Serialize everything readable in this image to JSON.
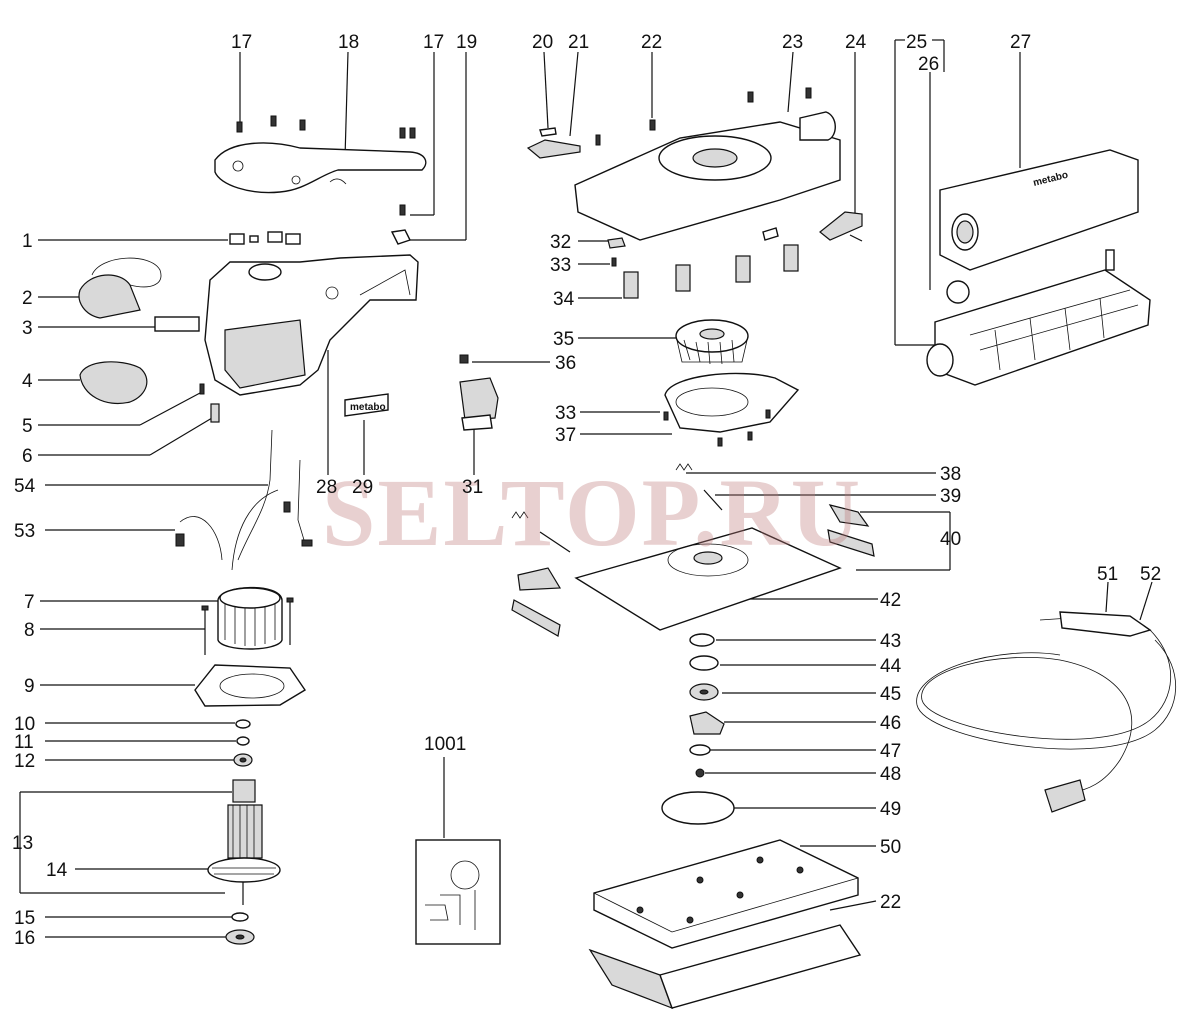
{
  "diagram": {
    "watermark": "SELTOP.RU",
    "brand_label_bag": "metabo",
    "brand_label_plate": "metabo",
    "callouts": [
      {
        "id": "c17a",
        "text": "17"
      },
      {
        "id": "c18",
        "text": "18"
      },
      {
        "id": "c17b",
        "text": "17"
      },
      {
        "id": "c19",
        "text": "19"
      },
      {
        "id": "c20",
        "text": "20"
      },
      {
        "id": "c21",
        "text": "21"
      },
      {
        "id": "c22a",
        "text": "22"
      },
      {
        "id": "c23",
        "text": "23"
      },
      {
        "id": "c24",
        "text": "24"
      },
      {
        "id": "c25",
        "text": "25"
      },
      {
        "id": "c26",
        "text": "26"
      },
      {
        "id": "c27",
        "text": "27"
      },
      {
        "id": "c1",
        "text": "1"
      },
      {
        "id": "c2",
        "text": "2"
      },
      {
        "id": "c3",
        "text": "3"
      },
      {
        "id": "c4",
        "text": "4"
      },
      {
        "id": "c5",
        "text": "5"
      },
      {
        "id": "c6",
        "text": "6"
      },
      {
        "id": "c54",
        "text": "54"
      },
      {
        "id": "c53",
        "text": "53"
      },
      {
        "id": "c7",
        "text": "7"
      },
      {
        "id": "c8",
        "text": "8"
      },
      {
        "id": "c9",
        "text": "9"
      },
      {
        "id": "c10",
        "text": "10"
      },
      {
        "id": "c11",
        "text": "11"
      },
      {
        "id": "c12",
        "text": "12"
      },
      {
        "id": "c13",
        "text": "13"
      },
      {
        "id": "c14",
        "text": "14"
      },
      {
        "id": "c15",
        "text": "15"
      },
      {
        "id": "c16",
        "text": "16"
      },
      {
        "id": "c28",
        "text": "28"
      },
      {
        "id": "c29",
        "text": "29"
      },
      {
        "id": "c31",
        "text": "31"
      },
      {
        "id": "c32",
        "text": "32"
      },
      {
        "id": "c33a",
        "text": "33"
      },
      {
        "id": "c34",
        "text": "34"
      },
      {
        "id": "c35",
        "text": "35"
      },
      {
        "id": "c36",
        "text": "36"
      },
      {
        "id": "c33b",
        "text": "33"
      },
      {
        "id": "c37",
        "text": "37"
      },
      {
        "id": "c38",
        "text": "38"
      },
      {
        "id": "c39",
        "text": "39"
      },
      {
        "id": "c40",
        "text": "40"
      },
      {
        "id": "c42",
        "text": "42"
      },
      {
        "id": "c43",
        "text": "43"
      },
      {
        "id": "c44",
        "text": "44"
      },
      {
        "id": "c45",
        "text": "45"
      },
      {
        "id": "c46",
        "text": "46"
      },
      {
        "id": "c47",
        "text": "47"
      },
      {
        "id": "c48",
        "text": "48"
      },
      {
        "id": "c49",
        "text": "49"
      },
      {
        "id": "c50",
        "text": "50"
      },
      {
        "id": "c22b",
        "text": "22"
      },
      {
        "id": "c51",
        "text": "51"
      },
      {
        "id": "c52",
        "text": "52"
      },
      {
        "id": "c1001",
        "text": "1001"
      }
    ]
  }
}
